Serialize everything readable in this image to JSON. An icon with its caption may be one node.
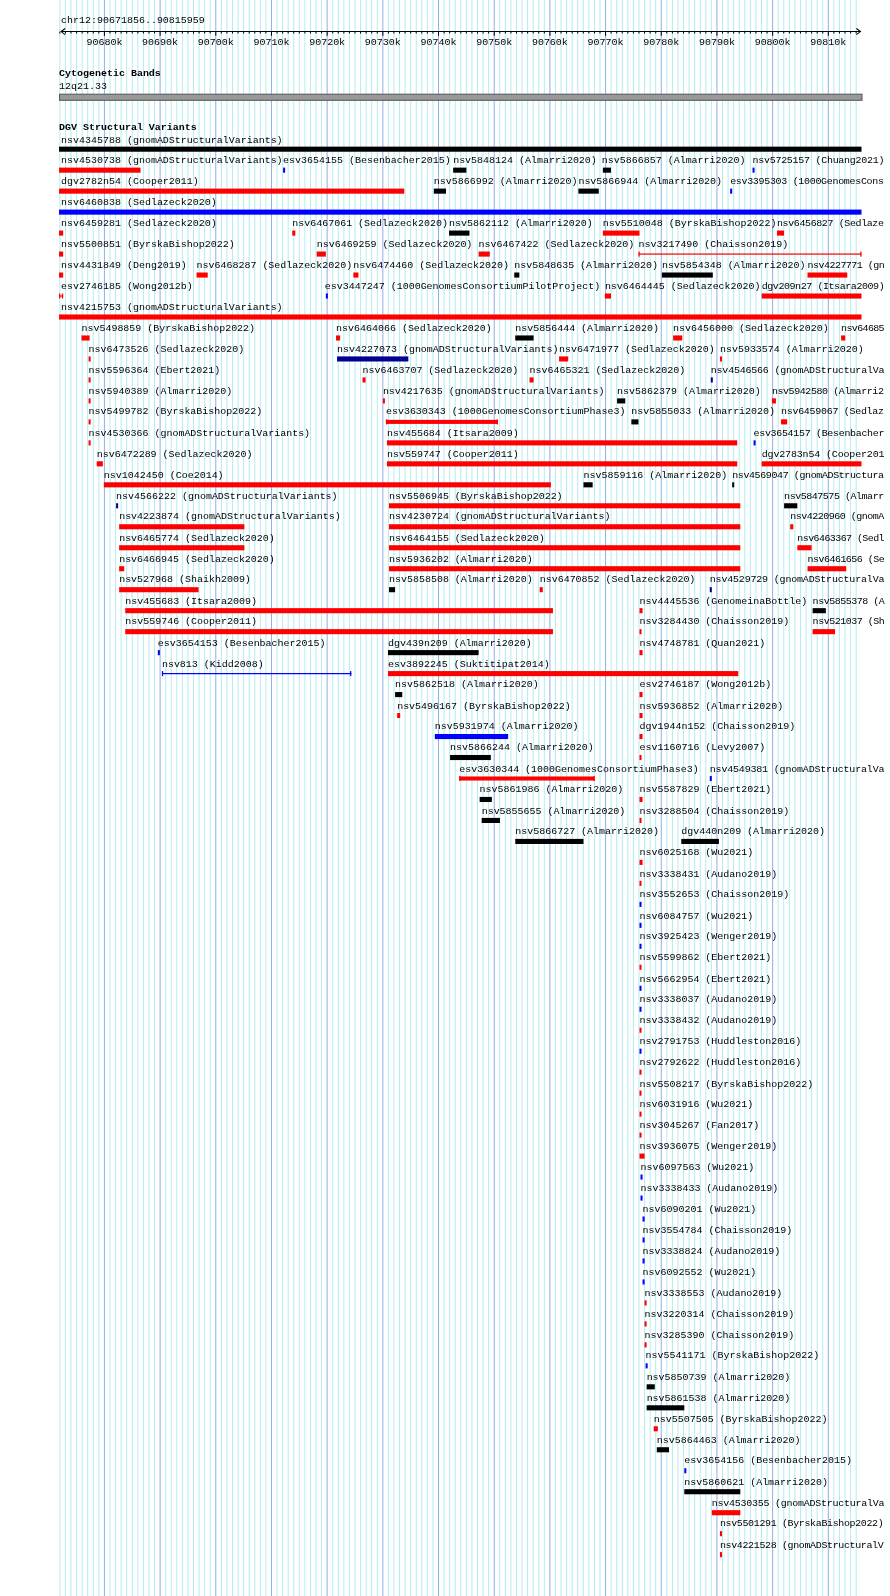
{
  "diagram": {
    "labels": [
      "chr12:90671856..90815959",
      "90680k",
      "90690k",
      "90700k",
      "90710k",
      "90720k",
      "90730k",
      "90740k",
      "90750k",
      "90760k",
      "90770k",
      "90780k",
      "90790k",
      "90800k",
      "90810k",
      "Cytogenetic Bands",
      "12q21.33",
      "DGV Structural Variants",
      "nsv4345788 (gnomADStructuralVariants)",
      "nsv4530738 (gnomADStructuralVariants)",
      "esv3654155 (Besenbacher2015)",
      "nsv5848124 (Almarri2020)",
      "nsv5866857 (Almarri2020)",
      "nsv5725157 (Chuang2021)",
      "dgv2782n54 (Cooper2011)",
      "nsv5866992 (Almarri2020)",
      "nsv5866944 (Almarri2020)",
      "esv3395303 (1000GenomesCons",
      "nsv6460838 (Sedlazeck2020)",
      "nsv6459281 (Sedlazeck2020)",
      "nsv6467061 (Sedlazeck2020)",
      "nsv5862112 (Almarri2020)",
      "nsv5510048 (ByrskaBishop2022)",
      "nsv6456827 (Sedlaze",
      "nsv5500851 (ByrskaBishop2022)",
      "nsv6469259 (Sedlazeck2020)",
      "nsv6467422 (Sedlazeck2020)",
      "nsv3217490 (Chaisson2019)",
      "nsv4431849 (Deng2019)",
      "nsv6468287 (Sedlazeck2020)",
      "nsv6474460 (Sedlazeck2020)",
      "nsv5848635 (Almarri2020)",
      "nsv5854348 (Almarri2020)",
      "nsv4227771 (gn",
      "esv2746185 (Wong2012b)",
      "esv3447247 (1000GenomesConsortiumPilotProject)",
      "nsv6464445 (Sedlazeck2020)",
      "dgv209n27 (Itsara2009)",
      "nsv4215753 (gnomADStructuralVariants)",
      "nsv5498859 (ByrskaBishop2022)",
      "nsv6464066 (Sedlazeck2020)",
      "nsv5856444 (Almarri2020)",
      "nsv6456000 (Sedlazeck2020)",
      "nsv64685",
      "nsv6473526 (Sedlazeck2020)",
      "nsv4227073 (gnomADStructuralVariants)",
      "nsv6471977 (Sedlazeck2020)",
      "nsv5933574 (Almarri2020)",
      "nsv5596364 (Ebert2021)",
      "nsv6463707 (Sedlazeck2020)",
      "nsv6465321 (Sedlazeck2020)",
      "nsv4546566 (gnomADStructuralVa",
      "nsv5940389 (Almarri2020)",
      "nsv4217635 (gnomADStructuralVariants)",
      "nsv5862379 (Almarri2020)",
      "nsv5942580 (Almarri2",
      "nsv5499782 (ByrskaBishop2022)",
      "esv3630343 (1000GenomesConsortiumPhase3)",
      "nsv5855033 (Almarri2020)",
      "nsv6459067 (Sedlaz",
      "nsv4530366 (gnomADStructuralVariants)",
      "nsv455684 (Itsara2009)",
      "esv3654157 (Besenbacher",
      "nsv6472289 (Sedlazeck2020)",
      "nsv559747 (Cooper2011)",
      "dgv2783n54 (Cooper201",
      "nsv1042450 (Coe2014)",
      "nsv5859116 (Almarri2020)",
      "nsv4569047 (gnomADStructura",
      "nsv4566222 (gnomADStructuralVariants)",
      "nsv5506945 (ByrskaBishop2022)",
      "nsv5847575 (Almarr",
      "nsv4223874 (gnomADStructuralVariants)",
      "nsv4230724 (gnomADStructuralVariants)",
      "nsv4220960 (gnomA",
      "nsv6465774 (Sedlazeck2020)",
      "nsv6464155 (Sedlazeck2020)",
      "nsv6463367 (Sedl",
      "nsv6466945 (Sedlazeck2020)",
      "nsv5936202 (Almarri2020)",
      "nsv6461656 (Se",
      "nsv527968 (Shaikh2009)",
      "nsv5858508 (Almarri2020)",
      "nsv6470852 (Sedlazeck2020)",
      "nsv4529729 (gnomADStructuralVa",
      "nsv455683 (Itsara2009)",
      "nsv4445536 (GenomeinaBottle)",
      "nsv5855378 (A",
      "nsv559746 (Cooper2011)",
      "nsv3284430 (Chaisson2019)",
      "nsv521037 (Sh",
      "esv3654153 (Besenbacher2015)",
      "dgv439n209 (Almarri2020)",
      "nsv4748781 (Quan2021)",
      "nsv813 (Kidd2008)",
      "esv3892245 (Suktitipat2014)",
      "nsv5862518 (Almarri2020)",
      "esv2746187 (Wong2012b)",
      "nsv5496167 (ByrskaBishop2022)",
      "nsv5936852 (Almarri2020)",
      "nsv5931974 (Almarri2020)",
      "dgv1944n152 (Chaisson2019)",
      "nsv5866244 (Almarri2020)",
      "esv1160716 (Levy2007)",
      "esv3630344 (1000GenomesConsortiumPhase3)",
      "nsv4549381 (gnomADStructuralVa",
      "nsv5861986 (Almarri2020)",
      "nsv5587829 (Ebert2021)",
      "nsv5855655 (Almarri2020)",
      "nsv3288504 (Chaisson2019)",
      "nsv5866727 (Almarri2020)",
      "dgv440n209 (Almarri2020)",
      "nsv6025168 (Wu2021)",
      "nsv3338431 (Audano2019)",
      "nsv3552653 (Chaisson2019)",
      "nsv6084757 (Wu2021)",
      "nsv3925423 (Wenger2019)",
      "nsv5599862 (Ebert2021)",
      "nsv5662954 (Ebert2021)",
      "nsv3338037 (Audano2019)",
      "nsv3338432 (Audano2019)",
      "nsv2791753 (Huddleston2016)",
      "nsv2792622 (Huddleston2016)",
      "nsv5508217 (ByrskaBishop2022)",
      "nsv6031916 (Wu2021)",
      "nsv3045267 (Fan2017)",
      "nsv3936075 (Wenger2019)",
      "nsv6097563 (Wu2021)",
      "nsv3338433 (Audano2019)",
      "nsv6090201 (Wu2021)",
      "nsv3554784 (Chaisson2019)",
      "nsv3338824 (Audano2019)",
      "nsv6092552 (Wu2021)",
      "nsv3338553 (Audano2019)",
      "nsv3220314 (Chaisson2019)",
      "nsv3285390 (Chaisson2019)",
      "nsv5541171 (ByrskaBishop2022)",
      "nsv5850739 (Almarri2020)",
      "nsv5861538 (Almarri2020)",
      "nsv5507505 (ByrskaBishop2022)",
      "nsv5864463 (Almarri2020)",
      "esv3654156 (Besenbacher2015)",
      "nsv5860621 (Almarri2020)",
      "nsv4530355 (gnomADStructuralVa",
      "nsv5501291 (ByrskaBishop2022)",
      "nsv4221528 (gnomADStructuralV"
    ]
  }
}
